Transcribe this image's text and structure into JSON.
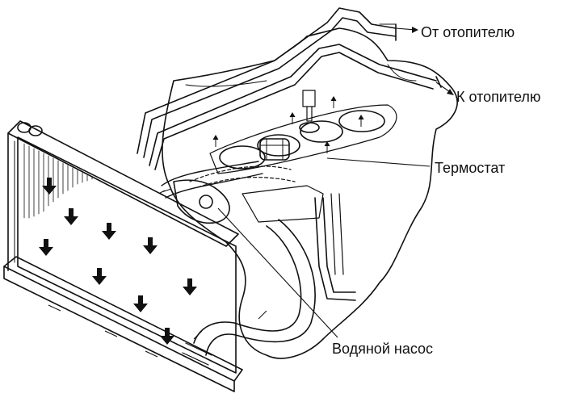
{
  "labels": {
    "from_heater": "От отопителю",
    "to_heater": "К отопителю",
    "thermostat": "Термостат",
    "water_pump": "Водяной насос"
  },
  "colors": {
    "ink": "#111111",
    "background": "#ffffff"
  },
  "icons": [
    "flow-arrow-icon"
  ]
}
